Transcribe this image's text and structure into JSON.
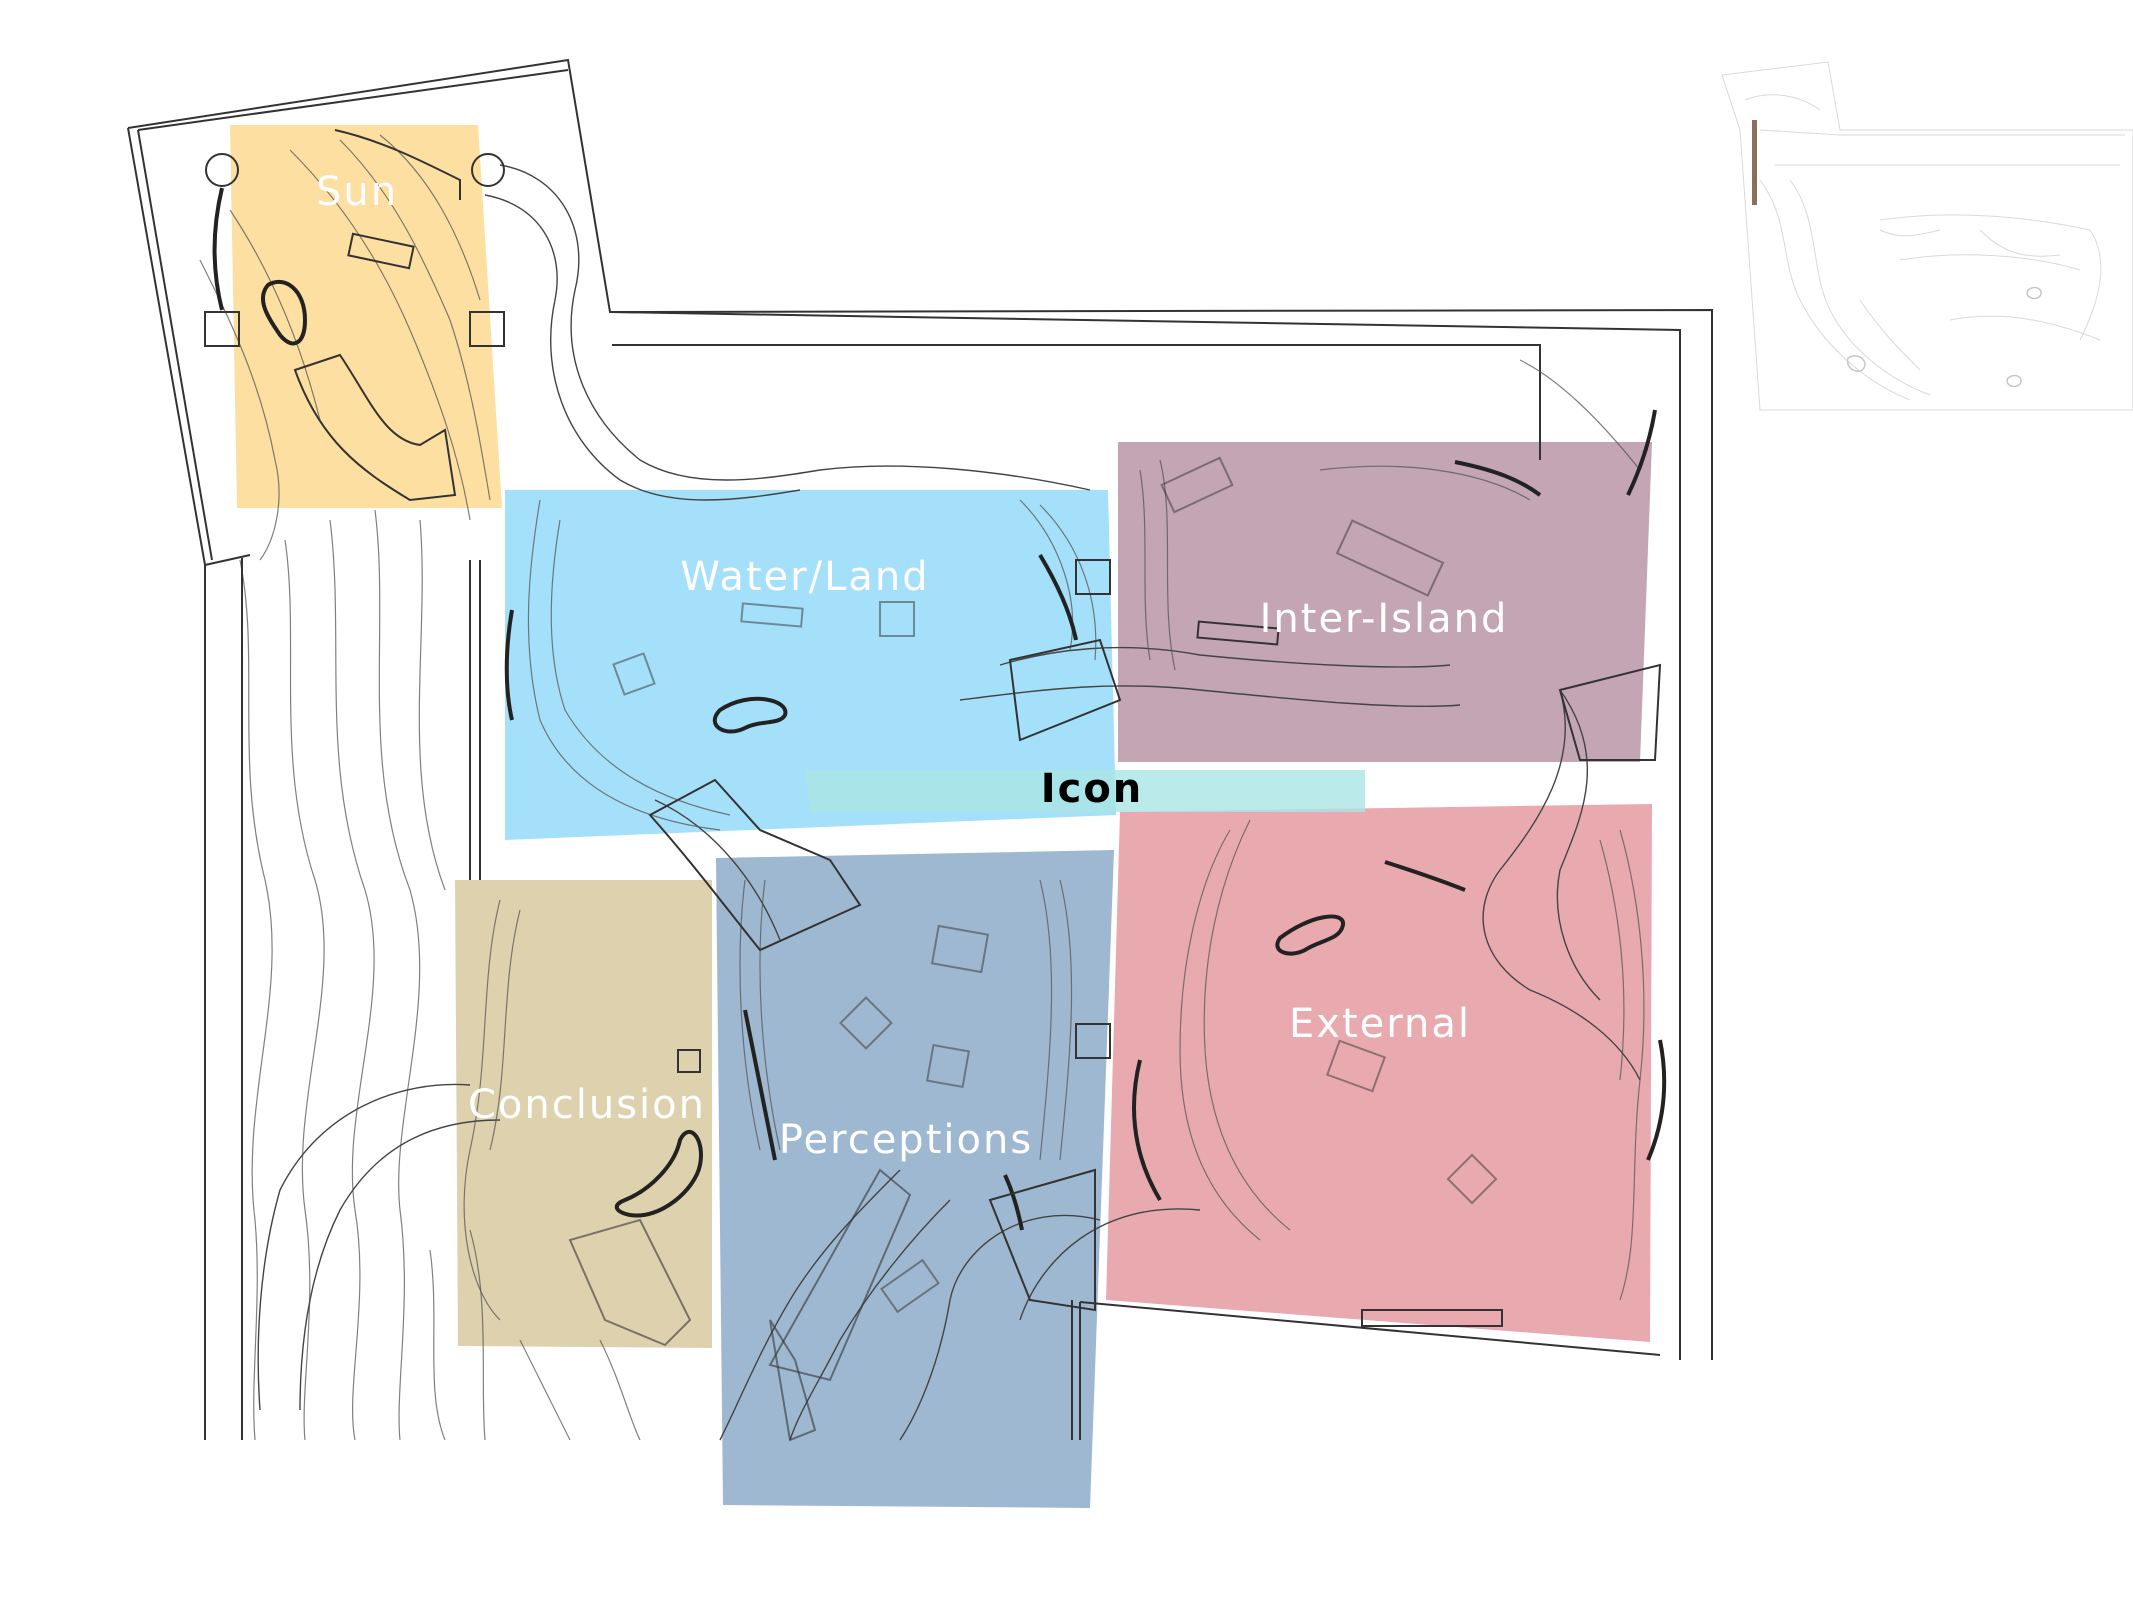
{
  "zones": [
    {
      "id": "sun",
      "label": "Sun",
      "color": "#fcd78a"
    },
    {
      "id": "water-land",
      "label": "Water/Land",
      "color": "#8dd8f7"
    },
    {
      "id": "inter-island",
      "label": "Inter-Island",
      "color": "#b48ea0"
    },
    {
      "id": "icon",
      "label": "Icon",
      "color": "#a9e5e3"
    },
    {
      "id": "conclusion",
      "label": "Conclusion",
      "color": "#d6c699"
    },
    {
      "id": "perceptions",
      "label": "Perceptions",
      "color": "#86a6c6"
    },
    {
      "id": "external",
      "label": "External",
      "color": "#e3959b"
    }
  ],
  "inset_accent_color": "#8a6e5e"
}
